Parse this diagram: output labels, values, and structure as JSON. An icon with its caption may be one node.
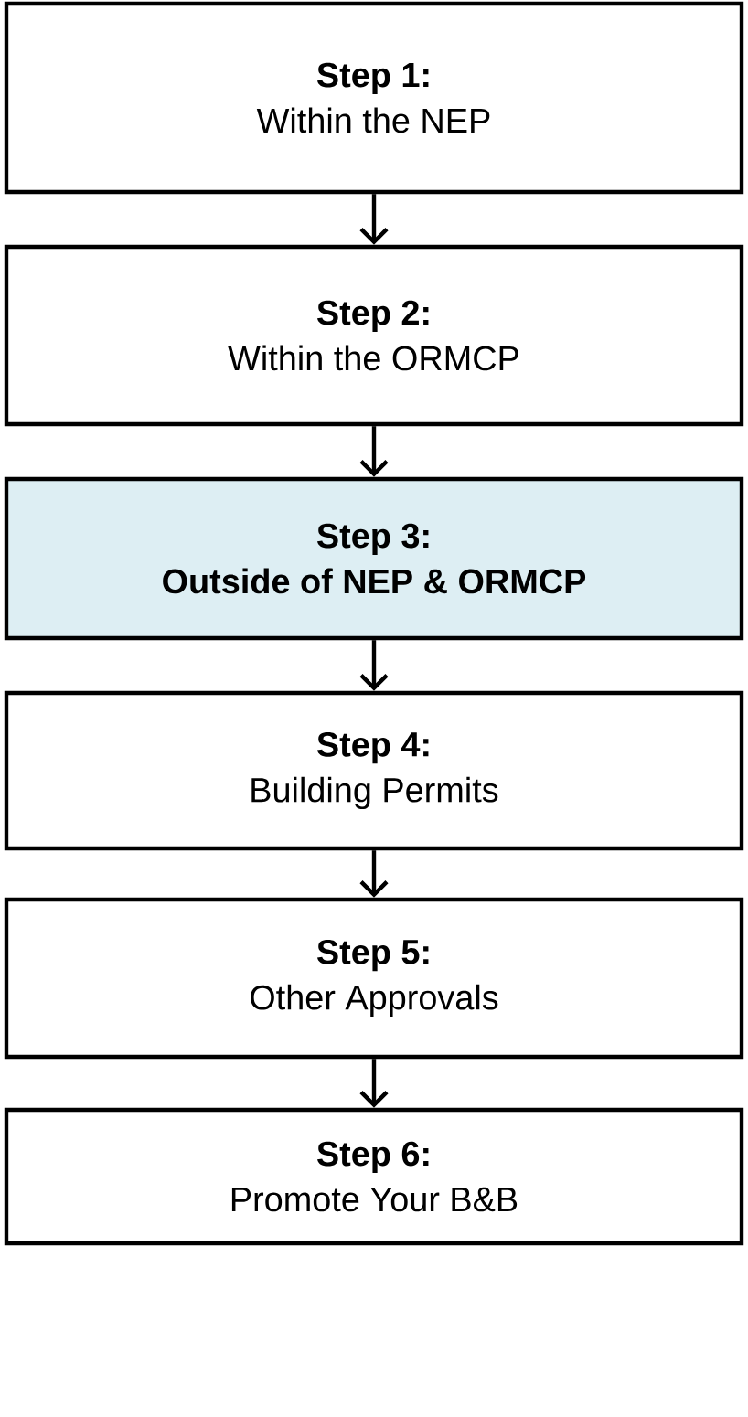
{
  "diagram": {
    "nodes": [
      {
        "text": [
          "Step 1:",
          "Within the NEP"
        ]
      },
      {
        "text": [
          "Step 2:",
          "Within the ORMCP"
        ]
      },
      {
        "text": [
          "Step 3:",
          "Outside of NEP & ORMCP"
        ]
      },
      {
        "text": [
          "Step 4:",
          "Building Permits"
        ]
      },
      {
        "text": [
          "Step 5:",
          "Other Approvals"
        ]
      },
      {
        "text": [
          "Step 6:",
          "Promote Your B&B"
        ]
      }
    ],
    "edges": [
      {
        "from": 0,
        "to": 1,
        "arrow": "to"
      },
      {
        "from": 1,
        "to": 2,
        "arrow": "to"
      },
      {
        "from": 2,
        "to": 3,
        "arrow": "to"
      },
      {
        "from": 3,
        "to": 4,
        "arrow": "to"
      },
      {
        "from": 4,
        "to": 5,
        "arrow": "to"
      }
    ]
  }
}
